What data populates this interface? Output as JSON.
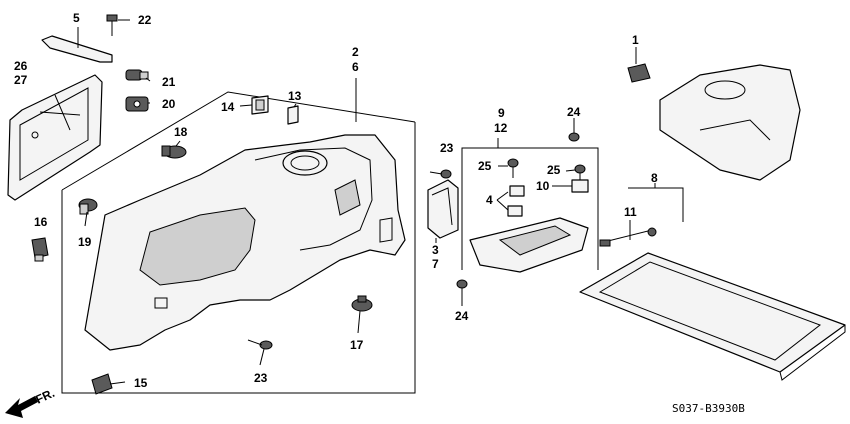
{
  "diagram_code": "S037-B3930B",
  "direction_label": "FR.",
  "labels": {
    "p1": "1",
    "p2": "2",
    "p3": "3",
    "p4": "4",
    "p5": "5",
    "p6": "6",
    "p7": "7",
    "p8": "8",
    "p9": "9",
    "p10": "10",
    "p11": "11",
    "p12": "12",
    "p13": "13",
    "p14": "14",
    "p15": "15",
    "p16": "16",
    "p17": "17",
    "p18": "18",
    "p19": "19",
    "p20": "20",
    "p21": "21",
    "p22": "22",
    "p23a": "23",
    "p23b": "23",
    "p24a": "24",
    "p24b": "24",
    "p25a": "25",
    "p25b": "25",
    "p26": "26",
    "p27": "27"
  }
}
